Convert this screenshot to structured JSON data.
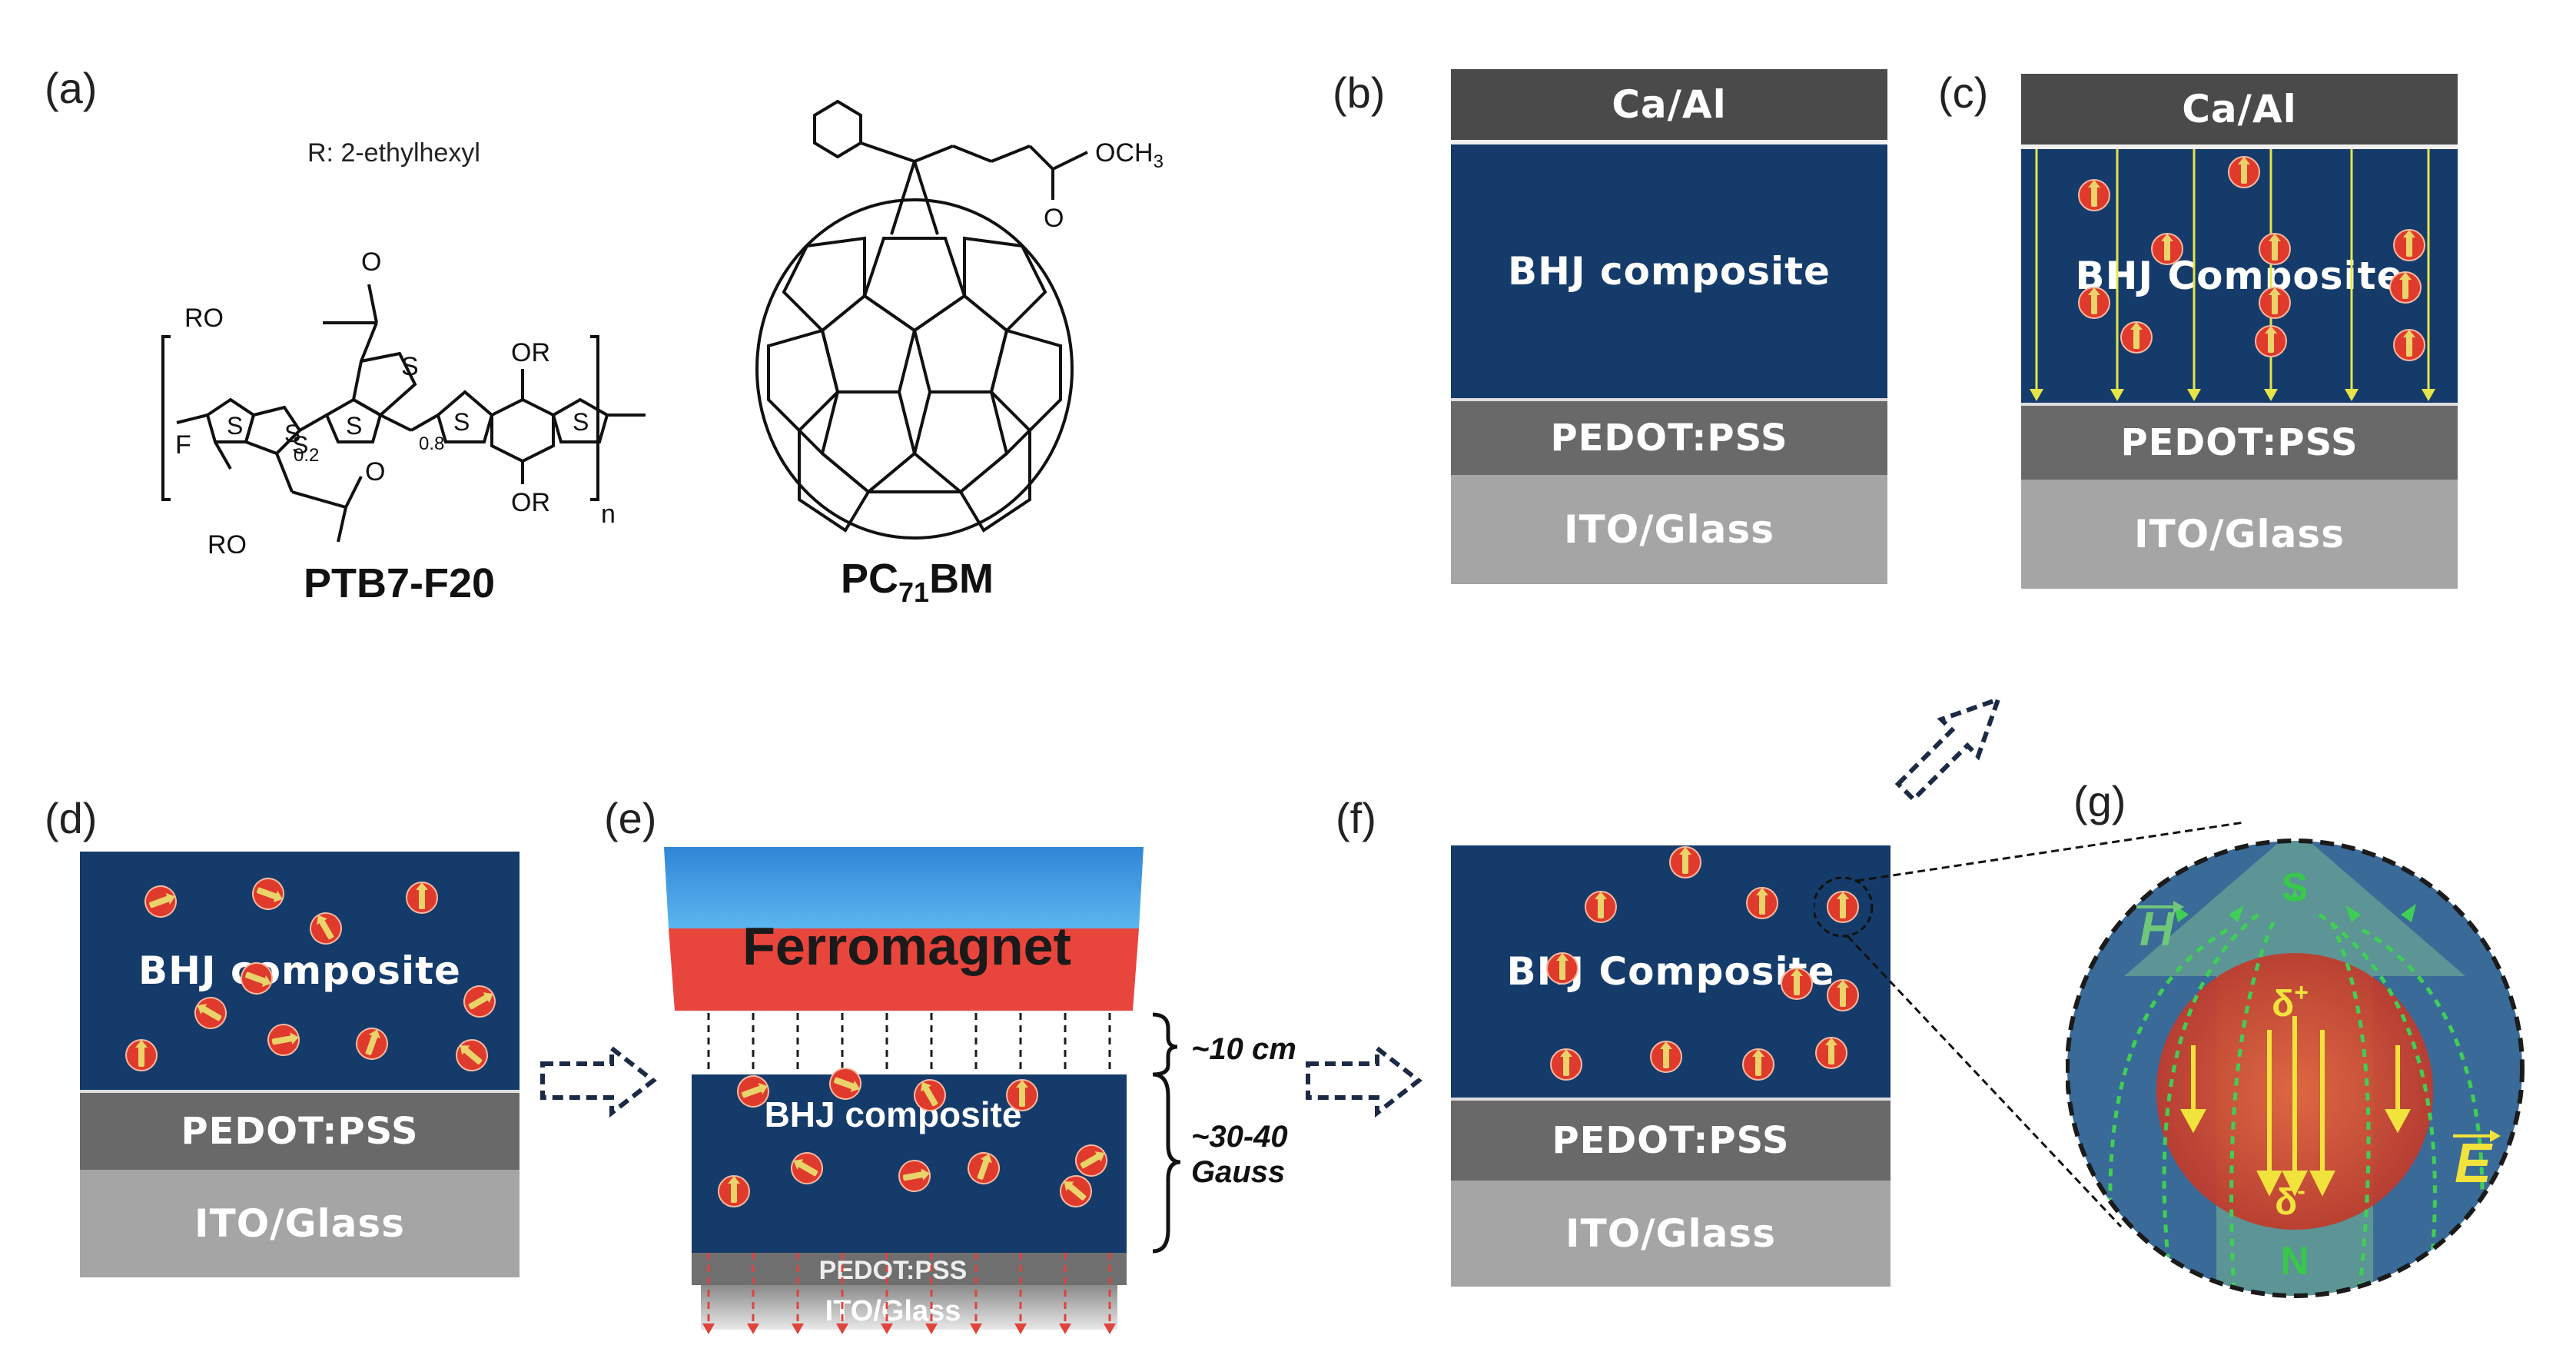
{
  "labels": {
    "a": "(a)",
    "b": "(b)",
    "c": "(c)",
    "d": "(d)",
    "e": "(e)",
    "f": "(f)",
    "g": "(g)"
  },
  "chem": {
    "r_note": "R: 2-ethylhexyl",
    "ptb7_name": "PTB7-F20",
    "pcbm_pre": "PC",
    "pcbm_sub": "71",
    "pcbm_post": "BM",
    "ro": "RO",
    "or": "OR",
    "s": "S",
    "f": "F",
    "o": "O",
    "och3": "OCH",
    "och3_sub": "3",
    "sub_02": "0.2",
    "sub_08": "0.8",
    "n": "n"
  },
  "layers": {
    "ca_al": "Ca/Al",
    "bhj_lower": "BHJ composite",
    "bhj_upper": "BHJ Composite",
    "pedot": "PEDOT:PSS",
    "ito": "ITO/Glass",
    "ito_faded": "ITO/Glass"
  },
  "magnet": {
    "name": "Ferromagnet",
    "distance": "~10 cm",
    "field_1": "~30-40",
    "field_2": "Gauss"
  },
  "zoom": {
    "s": "S",
    "n": "N",
    "h": "H",
    "e": "E",
    "dplus": "δ",
    "dplus_sup": "+",
    "dminus": "δ",
    "dminus_sup": "-"
  },
  "colors": {
    "bhj": "#153b6b",
    "ca": "#4a4a4a",
    "pedot": "#696969",
    "ito": "#a5a5a5",
    "dipole": "#e03a2c",
    "field_arrow": "#e5e54a",
    "green": "#5fd06a"
  }
}
